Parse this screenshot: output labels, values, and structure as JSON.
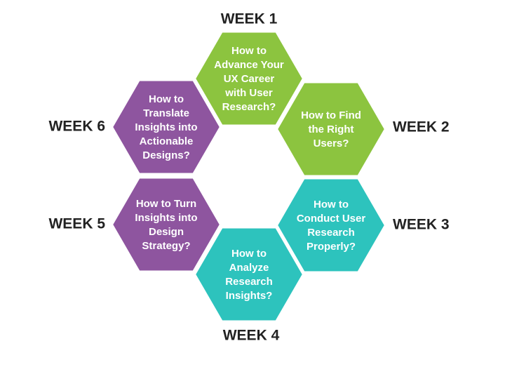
{
  "colors": {
    "green": "#8cc43f",
    "teal": "#2dc3bd",
    "purple": "#8e559f",
    "label": "#222222"
  },
  "weeks": [
    {
      "label": "WEEK 1",
      "color": "green",
      "lines": [
        "How to",
        "Advance Your",
        "UX Career",
        "with User",
        "Research?"
      ]
    },
    {
      "label": "WEEK 2",
      "color": "green",
      "lines": [
        "How to Find",
        "the Right",
        "Users?"
      ]
    },
    {
      "label": "WEEK 3",
      "color": "teal",
      "lines": [
        "How to",
        "Conduct User",
        "Research",
        "Properly?"
      ]
    },
    {
      "label": "WEEK 4",
      "color": "teal",
      "lines": [
        "How to",
        "Analyze",
        "Research",
        "Insights?"
      ]
    },
    {
      "label": "WEEK 5",
      "color": "purple",
      "lines": [
        "How to Turn",
        "Insights into",
        "Design",
        "Strategy?"
      ]
    },
    {
      "label": "WEEK 6",
      "color": "purple",
      "lines": [
        "How to",
        "Translate",
        "Insights into",
        "Actionable",
        "Designs?"
      ]
    }
  ]
}
